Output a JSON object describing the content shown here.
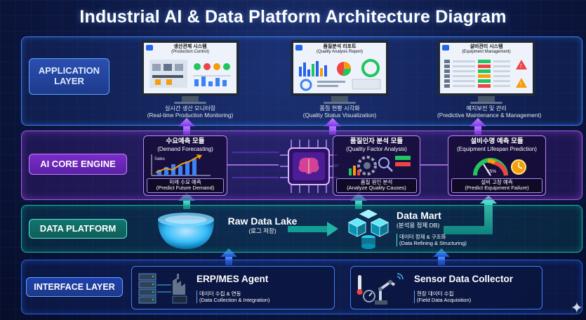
{
  "title": "Industrial AI & Data Platform Architecture Diagram",
  "layers": {
    "application": {
      "label_line1": "APPLICATION",
      "label_line2": "LAYER"
    },
    "ai_core": {
      "label": "AI CORE ENGINE"
    },
    "data_platform": {
      "label": "DATA PLATFORM"
    },
    "interface": {
      "label": "INTERFACE LAYER"
    }
  },
  "monitors": [
    {
      "title_ko": "생산관제 시스템",
      "title_en": "(Production Control)",
      "caption_ko": "실시간 생산 모니터링",
      "caption_en": "(Real-time Production Monitoring)"
    },
    {
      "title_ko": "품질분석 리포트",
      "title_en": "(Quality Analysis Report)",
      "caption_ko": "품질 현황 시각화",
      "caption_en": "(Quality Status Visualization)"
    },
    {
      "title_ko": "설비관리 시스템",
      "title_en": "(Equipment Management)",
      "caption_ko": "예지보전 및 관리",
      "caption_en": "(Predictive Maintenance & Management)"
    }
  ],
  "ai_modules": [
    {
      "title_ko": "수요예측 모듈",
      "title_en": "(Demand Forecasting)",
      "chart_label": "Sales",
      "foot_ko": "미래 수요 예측",
      "foot_en": "(Predict Future Demand)"
    },
    {
      "title_ko": "품질인자 분석 모듈",
      "title_en": "(Quality Factor Analysis)",
      "foot_ko": "품질 원인 분석",
      "foot_en": "(Analyze Quality Causes)"
    },
    {
      "title_ko": "설비수명 예측 모듈",
      "title_en": "(Equipment Lifespan Prediction)",
      "gauge_value": "15%",
      "foot_ko": "설비 고장 예측",
      "foot_en": "(Predict Equipment Failure)"
    }
  ],
  "data_platform": {
    "lake_title": "Raw Data Lake",
    "lake_sub": "(로그 저장)",
    "mart_title": "Data Mart",
    "mart_sub": "(분석용 정제 DB)",
    "mart_note_ko": "데이터 정제 & 구조화",
    "mart_note_en": "(Data Refining & Structuring)"
  },
  "interface": {
    "erp_title": "ERP/MES Agent",
    "erp_note_ko": "데이터 수집 & 연동",
    "erp_note_en": "(Data Collection & Integration)",
    "sensor_title": "Sensor Data Collector",
    "sensor_note_ko": "현장 데이터 수집",
    "sensor_note_en": "(Field Data Acquisition)"
  },
  "colors": {
    "application": "#3b82f6",
    "ai_core": "#a855f7",
    "data_platform": "#14b8a6",
    "interface": "#2563eb"
  }
}
